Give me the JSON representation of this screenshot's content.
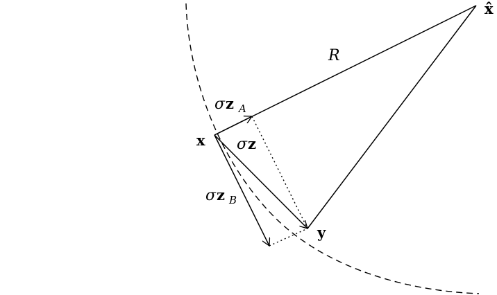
{
  "labels": {
    "x_hat": "x̂",
    "R": "R",
    "sigma": "σ",
    "z": "z",
    "sub_A": "A",
    "sub_B": "B",
    "x": "x",
    "y": "y"
  },
  "colors": {
    "stroke": "#000000",
    "background": "#ffffff"
  }
}
